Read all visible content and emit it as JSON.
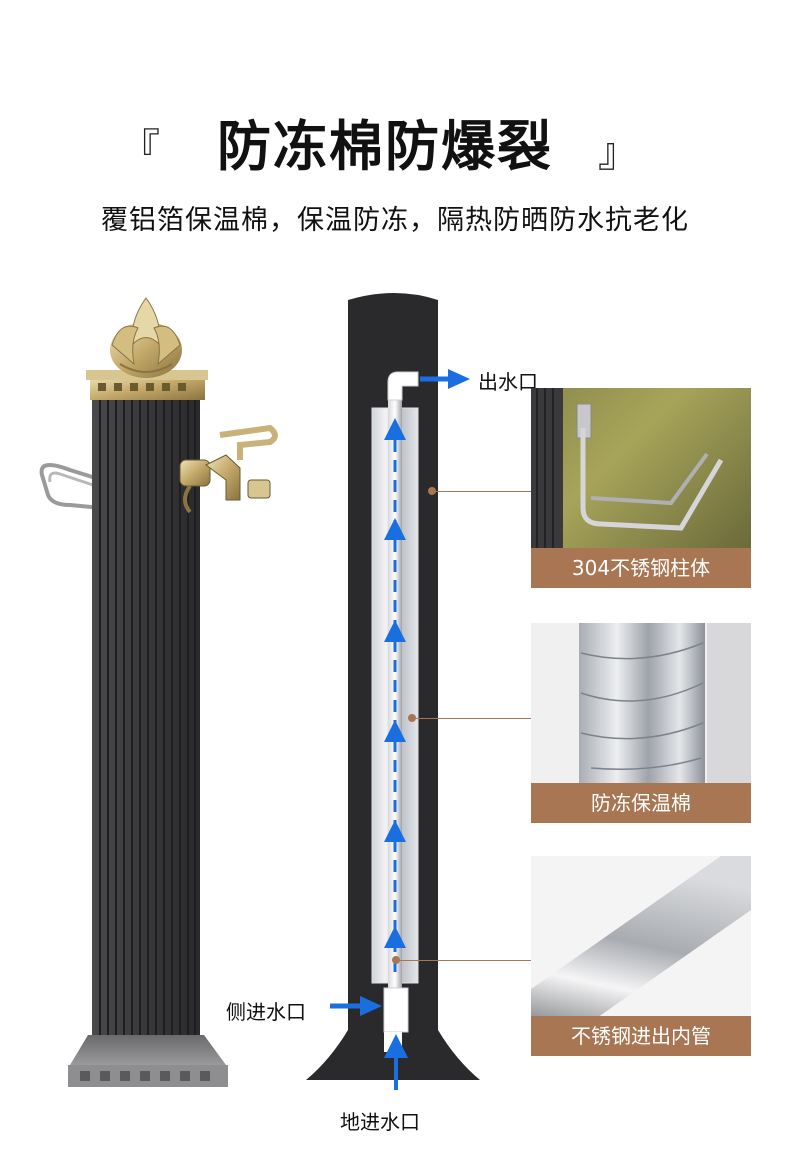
{
  "header": {
    "bracket_left": "『",
    "title": "防冻棉防爆裂",
    "bracket_right": "』",
    "subtitle": "覆铝箔保温棉，保温防冻，隔热防晒防水抗老化"
  },
  "diagram": {
    "outlet_label": "出水口",
    "side_inlet_label": "侧进水口",
    "ground_inlet_label": "地进水口",
    "flow_color": "#1a6fe0"
  },
  "cards": [
    {
      "caption": "304不锈钢柱体"
    },
    {
      "caption": "防冻保温棉"
    },
    {
      "caption": "不锈钢进出内管"
    }
  ],
  "colors": {
    "accent": "#a87652",
    "column_dark": "#2b2b2d",
    "brass": "#c9b27a"
  }
}
